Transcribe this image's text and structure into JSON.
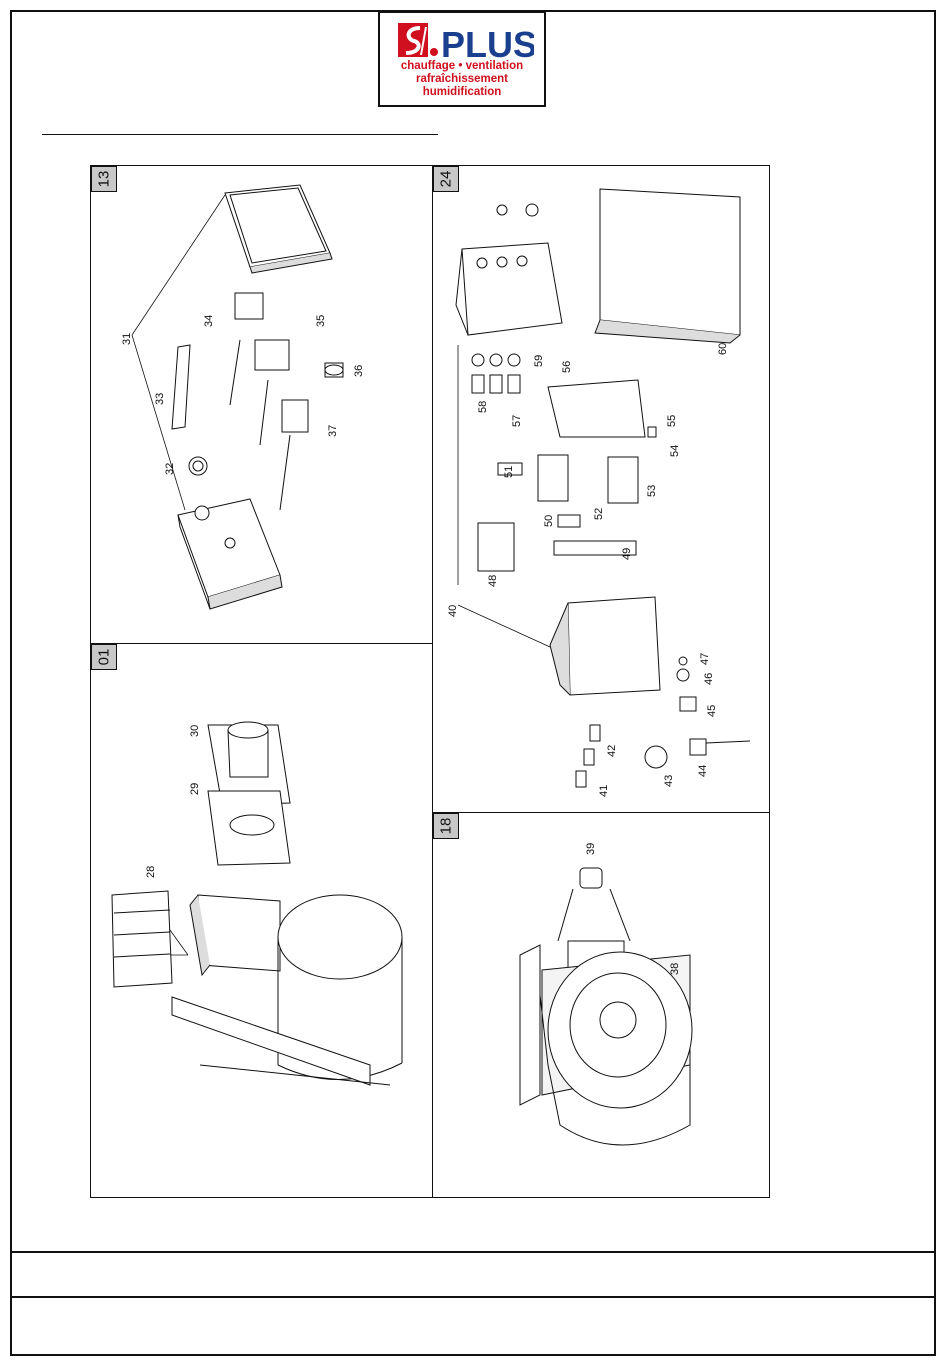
{
  "logo": {
    "brand": "PLUS",
    "tagline_1": "chauffage • ventilation",
    "tagline_2": "rafraîchissement",
    "tagline_3": "humidification",
    "brand_color": "#1b3f8f",
    "accent_color": "#d0101e"
  },
  "panels": {
    "p13": {
      "tag": "13",
      "labels": [
        "31",
        "32",
        "33",
        "34",
        "35",
        "36",
        "37"
      ]
    },
    "p24": {
      "tag": "24",
      "labels": [
        "40",
        "41",
        "42",
        "43",
        "44",
        "45",
        "46",
        "47",
        "48",
        "49",
        "50",
        "51",
        "52",
        "53",
        "54",
        "55",
        "56",
        "57",
        "58",
        "59",
        "60"
      ]
    },
    "p01": {
      "tag": "01",
      "labels": [
        "28",
        "29",
        "30"
      ]
    },
    "p18": {
      "tag": "18",
      "labels": [
        "38",
        "39"
      ]
    }
  },
  "footer": {
    "row1": "",
    "row2": ""
  }
}
